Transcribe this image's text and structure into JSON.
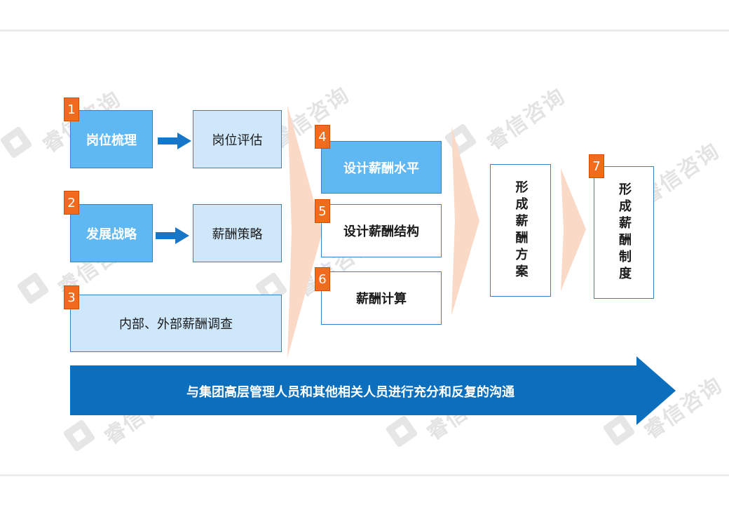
{
  "watermark": "睿信咨询",
  "steps": {
    "s1": {
      "num": "1",
      "label": "岗位梳理"
    },
    "s1b": {
      "label": "岗位评估"
    },
    "s2": {
      "num": "2",
      "label": "发展战略"
    },
    "s2b": {
      "label": "薪酬策略"
    },
    "s3": {
      "num": "3",
      "label": "内部、外部薪酬调查"
    },
    "s4": {
      "num": "4",
      "label": "设计薪酬水平"
    },
    "s5": {
      "num": "5",
      "label": "设计薪酬结构"
    },
    "s6": {
      "num": "6",
      "label": "薪酬计算"
    },
    "plan": {
      "label": "形成薪酬方案"
    },
    "s7": {
      "num": "7",
      "label": "形成薪酬制度"
    }
  },
  "banner": "与集团高层管理人员和其他相关人员进行充分和反复的沟通",
  "colors": {
    "dark_box": "#5fb8f2",
    "light_box": "#cfe7fb",
    "border": "#3b7fc4",
    "badge": "#f26a1b",
    "chevron": "#fbd9c7",
    "banner": "#0b6fbd"
  }
}
